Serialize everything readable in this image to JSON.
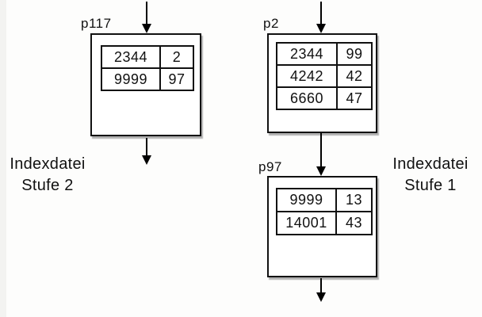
{
  "diagram": {
    "left_caption": {
      "line1": "Indexdatei",
      "line2": "Stufe 2"
    },
    "right_caption": {
      "line1": "Indexdatei",
      "line2": "Stufe 1"
    },
    "nodes": {
      "p117": {
        "label": "p117",
        "rows": [
          [
            "2344",
            "2"
          ],
          [
            "9999",
            "97"
          ]
        ]
      },
      "p2": {
        "label": "p2",
        "rows": [
          [
            "2344",
            "99"
          ],
          [
            "4242",
            "42"
          ],
          [
            "6660",
            "47"
          ]
        ]
      },
      "p97": {
        "label": "p97",
        "rows": [
          [
            "9999",
            "13"
          ],
          [
            "14001",
            "43"
          ]
        ]
      }
    }
  },
  "colors": {
    "line": "#000000",
    "box_fill": "#ffffff",
    "background": "#fdfdfc"
  }
}
